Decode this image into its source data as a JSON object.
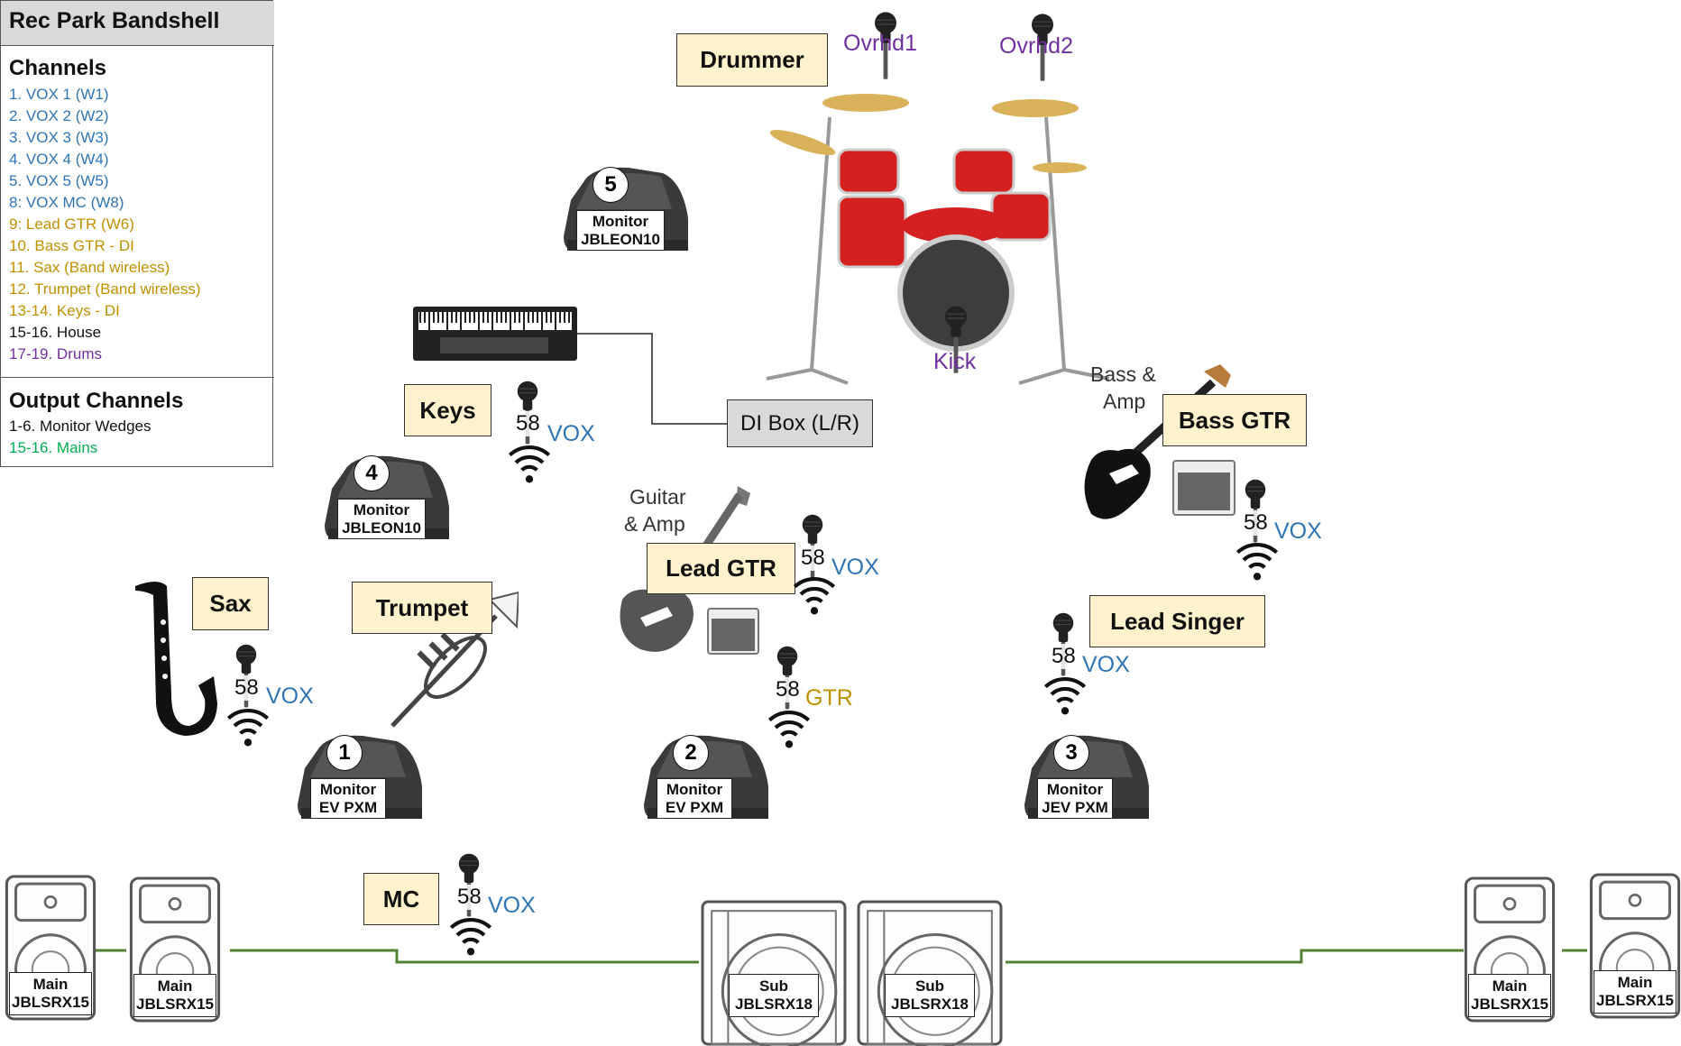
{
  "colors": {
    "vox_blue": "#2e75b6",
    "gtr_gold": "#bf9000",
    "drums_purple": "#7030a0",
    "mains_green": "#00b050",
    "line_green": "#548235",
    "tag_fill": "#fff2cc"
  },
  "legend": {
    "title": "Rec Park Bandshell",
    "channels_heading": "Channels",
    "channels": [
      {
        "text": "1.   VOX 1 (W1)",
        "color": "#2e75b6"
      },
      {
        "text": "2.   VOX 2 (W2)",
        "color": "#2e75b6"
      },
      {
        "text": "3.   VOX 3 (W3)",
        "color": "#2e75b6"
      },
      {
        "text": "4.   VOX 4 (W4)",
        "color": "#2e75b6"
      },
      {
        "text": "5.   VOX 5 (W5)",
        "color": "#2e75b6"
      },
      {
        "text": "8:   VOX MC (W8)",
        "color": "#2e75b6"
      },
      {
        "text": "9:   Lead GTR (W6)",
        "color": "#bf9000"
      },
      {
        "text": "10.   Bass GTR - DI",
        "color": "#bf9000"
      },
      {
        "text": "11.   Sax (Band wireless)",
        "color": "#bf9000"
      },
      {
        "text": "12.   Trumpet (Band wireless)",
        "color": "#bf9000"
      },
      {
        "text": "13-14. Keys - DI",
        "color": "#bf9000"
      },
      {
        "text": "15-16. House",
        "color": "#111111"
      },
      {
        "text": "17-19. Drums",
        "color": "#7030a0"
      }
    ],
    "outputs_heading": "Output Channels",
    "outputs": [
      {
        "text": "1-6.  Monitor Wedges",
        "color": "#111111"
      },
      {
        "text": "15-16. Mains",
        "color": "#00b050"
      }
    ]
  },
  "performers": {
    "drummer": "Drummer",
    "keys": "Keys",
    "bass_gtr": "Bass GTR",
    "lead_gtr": "Lead GTR",
    "sax": "Sax",
    "trumpet": "Trumpet",
    "lead_singer": "Lead Singer",
    "mc": "MC"
  },
  "drum_mics": {
    "ovrhd1": "Ovrhd1",
    "ovrhd2": "Ovrhd2",
    "kick": "Kick"
  },
  "instrument_labels": {
    "guitar_amp": [
      "Guitar",
      "& Amp"
    ],
    "bass_amp": [
      "Bass &",
      "Amp"
    ]
  },
  "di_box": "DI Box (L/R)",
  "mics": {
    "model": "58",
    "vox": "VOX",
    "gtr": "GTR"
  },
  "monitors": {
    "m1": {
      "num": "1",
      "line1": "Monitor",
      "line2": "EV PXM"
    },
    "m2": {
      "num": "2",
      "line1": "Monitor",
      "line2": "EV PXM"
    },
    "m3": {
      "num": "3",
      "line1": "Monitor",
      "line2": "JEV PXM"
    },
    "m4": {
      "num": "4",
      "line1": "Monitor",
      "line2": "JBLEON10"
    },
    "m5": {
      "num": "5",
      "line1": "Monitor",
      "line2": "JBLEON10"
    }
  },
  "speakers": {
    "main_line1": "Main",
    "main_line2": "JBLSRX15",
    "sub_line1": "Sub",
    "sub_line2": "JBLSRX18"
  }
}
